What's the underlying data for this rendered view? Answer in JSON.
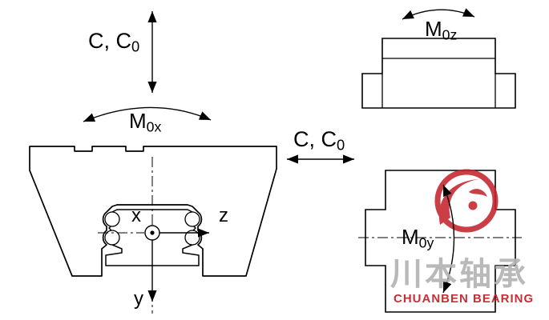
{
  "diagram": {
    "load_vertical": {
      "main": "C, C",
      "sub": "0"
    },
    "moment_x": {
      "main": "M",
      "sub": "0x"
    },
    "load_horizontal": {
      "main": "C, C",
      "sub": "0"
    },
    "moment_z": {
      "main": "M",
      "sub": "0z"
    },
    "moment_y": {
      "main": "M",
      "sub": "0y"
    },
    "axis_x": "x",
    "axis_y": "y",
    "axis_z": "z"
  },
  "watermark": {
    "chinese_name": "川本轴承",
    "english_name": "CHUANBEN BEARING",
    "brand_red": "#c5242c",
    "text_gray": "#b4b4b4"
  },
  "colors": {
    "line": "#000000",
    "background": "#ffffff"
  }
}
